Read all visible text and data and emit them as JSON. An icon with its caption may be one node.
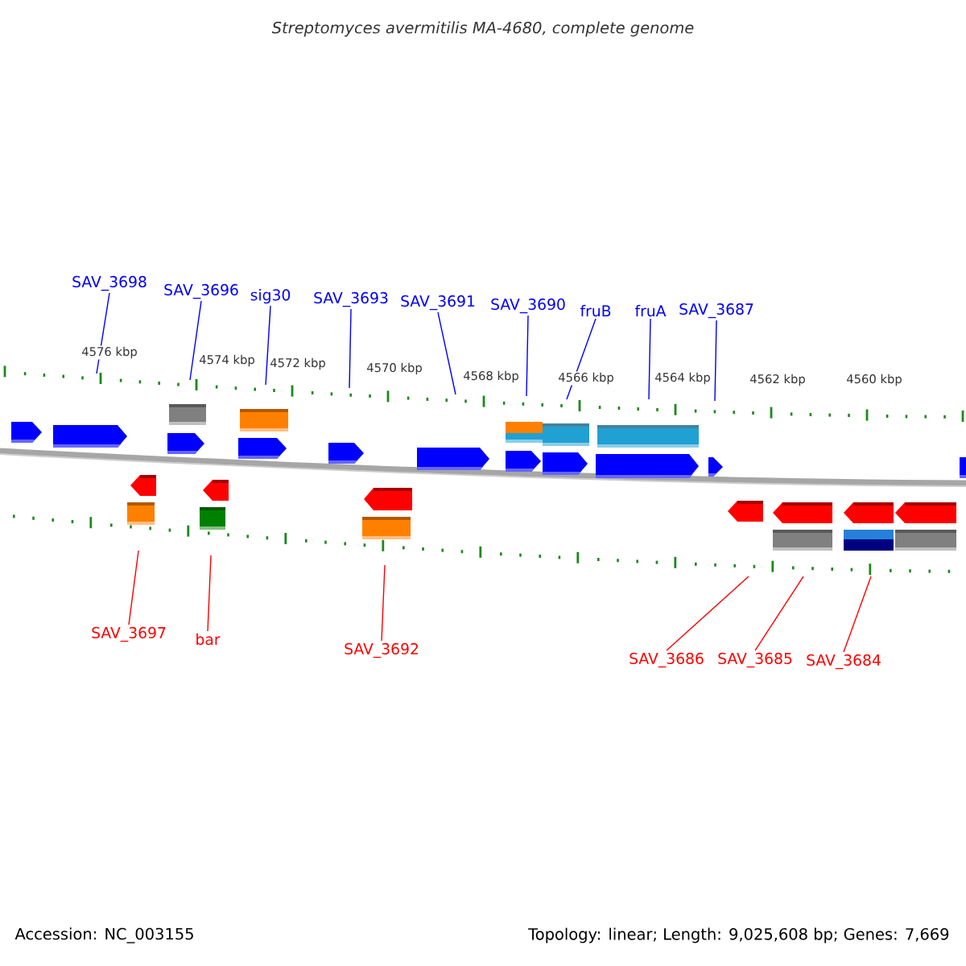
{
  "diagram": {
    "title": "Streptomyces avermitilis MA-4680, complete genome",
    "nodes": [
      {
        "text": [
          "SAV_3698"
        ]
      },
      {
        "text": [
          "SAV_3696"
        ]
      },
      {
        "text": [
          "sig30"
        ]
      },
      {
        "text": [
          "SAV_3693"
        ]
      },
      {
        "text": [
          "SAV_3691"
        ]
      },
      {
        "text": [
          "SAV_3690"
        ]
      },
      {
        "text": [
          "fruB"
        ]
      },
      {
        "text": [
          "fruA"
        ]
      },
      {
        "text": [
          "SAV_3687"
        ]
      },
      {
        "text": [
          "SAV_3697"
        ]
      },
      {
        "text": [
          "bar"
        ]
      },
      {
        "text": [
          "SAV_3692"
        ]
      },
      {
        "text": [
          "SAV_3686"
        ]
      },
      {
        "text": [
          "SAV_3685"
        ]
      },
      {
        "text": [
          "SAV_3684"
        ]
      }
    ],
    "edges": [
      {
        "from": 0,
        "to": null,
        "arrow": "none"
      },
      {
        "from": 1,
        "to": null,
        "arrow": "none"
      },
      {
        "from": 2,
        "to": null,
        "arrow": "none"
      },
      {
        "from": 3,
        "to": null,
        "arrow": "none"
      },
      {
        "from": 4,
        "to": null,
        "arrow": "none"
      },
      {
        "from": 5,
        "to": null,
        "arrow": "none"
      },
      {
        "from": 6,
        "to": null,
        "arrow": "none"
      },
      {
        "from": 7,
        "to": null,
        "arrow": "none"
      },
      {
        "from": 8,
        "to": null,
        "arrow": "none"
      },
      {
        "from": 9,
        "to": null,
        "arrow": "none",
        "color": "#ff0000"
      },
      {
        "from": 10,
        "to": null,
        "arrow": "none",
        "color": "#ff0000"
      },
      {
        "from": 11,
        "to": null,
        "arrow": "none",
        "color": "#ff0000"
      },
      {
        "from": 12,
        "to": null,
        "arrow": "none",
        "color": "#ff0000"
      },
      {
        "from": 13,
        "to": null,
        "arrow": "none",
        "color": "#ff0000"
      },
      {
        "from": 14,
        "to": null,
        "arrow": "none",
        "color": "#ff0000"
      }
    ],
    "labels": [
      "4576 kbp",
      "4574 kbp",
      "4572 kbp",
      "4570 kbp",
      "4568 kbp",
      "4566 kbp",
      "4564 kbp",
      "4562 kbp",
      "4560 kbp",
      "Accession: NC_003155",
      "Topology: linear; Length: 9,025,608 bp; Genes: 7,669"
    ]
  }
}
